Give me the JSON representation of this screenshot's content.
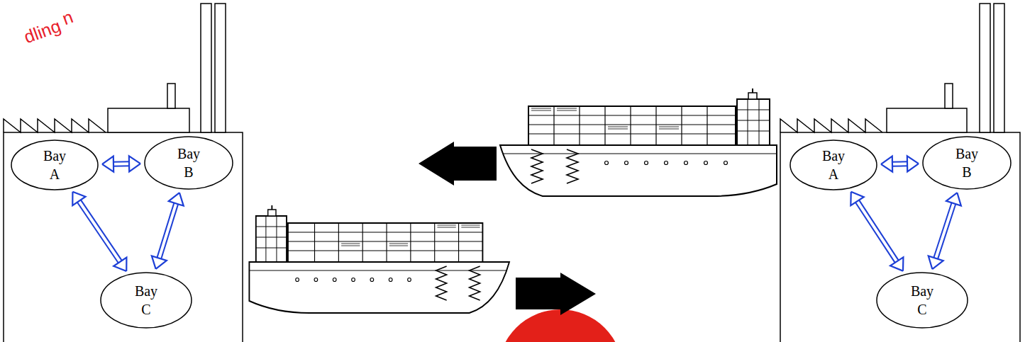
{
  "diagram": {
    "nodes": [
      {
        "text": [
          "Bay A"
        ]
      },
      {
        "text": [
          "Bay B"
        ]
      },
      {
        "text": [
          "Bay C"
        ]
      },
      {
        "text": [
          "Bay A"
        ]
      },
      {
        "text": [
          "Bay B"
        ]
      },
      {
        "text": [
          "Bay C"
        ]
      }
    ],
    "edges": [
      {
        "from": 0,
        "to": 1,
        "arrow": "both"
      },
      {
        "from": 0,
        "to": 2,
        "arrow": "both"
      },
      {
        "from": 1,
        "to": 2,
        "arrow": "both"
      },
      {
        "from": 3,
        "to": 4,
        "arrow": "both"
      },
      {
        "from": 3,
        "to": 5,
        "arrow": "both"
      },
      {
        "from": 4,
        "to": 5,
        "arrow": "both"
      }
    ],
    "labels": [
      "n",
      "dling"
    ]
  }
}
